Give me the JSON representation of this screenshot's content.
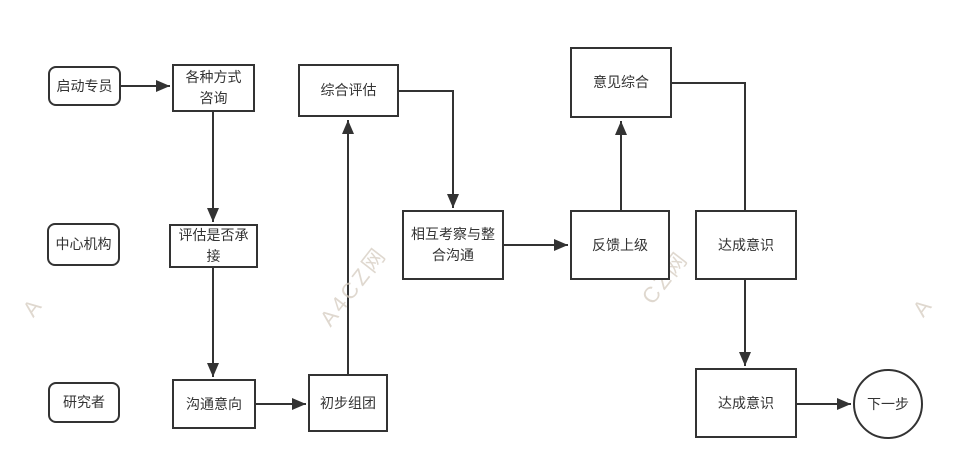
{
  "flow": {
    "lanes": [
      {
        "id": "launch-specialist",
        "label": "启动专员"
      },
      {
        "id": "central-agency",
        "label": "中心机构"
      },
      {
        "id": "researcher",
        "label": "研究者"
      }
    ],
    "nodes": [
      {
        "id": "various-consult",
        "label": "各种方式\n咨询"
      },
      {
        "id": "comprehensive-eval",
        "label": "综合评估"
      },
      {
        "id": "opinion-synthesis",
        "label": "意见综合"
      },
      {
        "id": "assess-undertake",
        "label": "评估是否承\n接"
      },
      {
        "id": "mutual-inspect",
        "label": "相互考察与整\n合沟通"
      },
      {
        "id": "feedback-superior",
        "label": "反馈上级"
      },
      {
        "id": "reach-consensus-mid",
        "label": "达成意识"
      },
      {
        "id": "communicate-intent",
        "label": "沟通意向"
      },
      {
        "id": "preliminary-group",
        "label": "初步组团"
      },
      {
        "id": "reach-consensus-bottom",
        "label": "达成意识"
      },
      {
        "id": "next-step",
        "label": "下一步"
      }
    ],
    "edges": [
      {
        "from": "启动专员",
        "to": "各种方式咨询",
        "arrow": true
      },
      {
        "from": "各种方式咨询",
        "to": "评估是否承接",
        "arrow": true
      },
      {
        "from": "评估是否承接",
        "to": "沟通意向",
        "arrow": true
      },
      {
        "from": "沟通意向",
        "to": "初步组团",
        "arrow": true
      },
      {
        "from": "初步组团",
        "to": "综合评估",
        "arrow": true
      },
      {
        "from": "综合评估",
        "to": "相互考察与整合沟通",
        "arrow": true
      },
      {
        "from": "相互考察与整合沟通",
        "to": "反馈上级",
        "arrow": true
      },
      {
        "from": "反馈上级",
        "to": "意见综合",
        "arrow": true
      },
      {
        "from": "意见综合",
        "to": "达成意识(中)",
        "arrow": false
      },
      {
        "from": "达成意识(中)",
        "to": "达成意识(下)",
        "arrow": true
      },
      {
        "from": "达成意识(下)",
        "to": "下一步",
        "arrow": true
      }
    ],
    "colors": {
      "line": "#333333",
      "box_border": "#333333",
      "text": "#333333",
      "background": "#ffffff",
      "watermark": "#d5ccc0"
    }
  },
  "watermarks": [
    {
      "id": "wm-left",
      "text": "A"
    },
    {
      "id": "wm-mid",
      "text": "A4CZ网"
    },
    {
      "id": "wm-right",
      "text": "CZ网"
    },
    {
      "id": "wm-far-right",
      "text": "A"
    }
  ]
}
